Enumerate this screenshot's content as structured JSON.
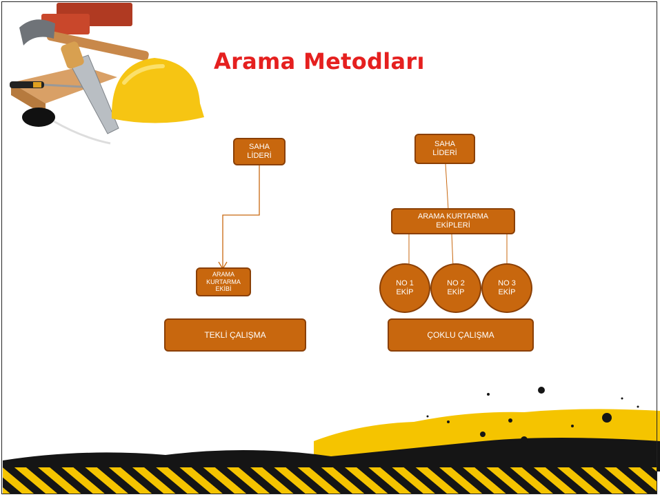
{
  "slide": {
    "title": "Arama Metodları"
  },
  "left_diagram": {
    "leader": "SAHA\nLİDERİ",
    "team": "ARAMA\nKURTARMA\nEKİBİ",
    "method": "TEKLİ ÇALIŞMA"
  },
  "right_diagram": {
    "leader": "SAHA\nLİDERİ",
    "teams_box": "ARAMA KURTARMA\nEKİPLERİ",
    "circles": [
      "NO 1\nEKİP",
      "NO 2\nEKİP",
      "NO 3\nEKİP"
    ],
    "method": "ÇOKLU ÇALIŞMA"
  },
  "colors": {
    "box_fill": "#c8670e",
    "box_border": "#8a3f05",
    "title": "#e5201f",
    "hazard_yellow": "#f5c400",
    "ink_black": "#151515"
  }
}
